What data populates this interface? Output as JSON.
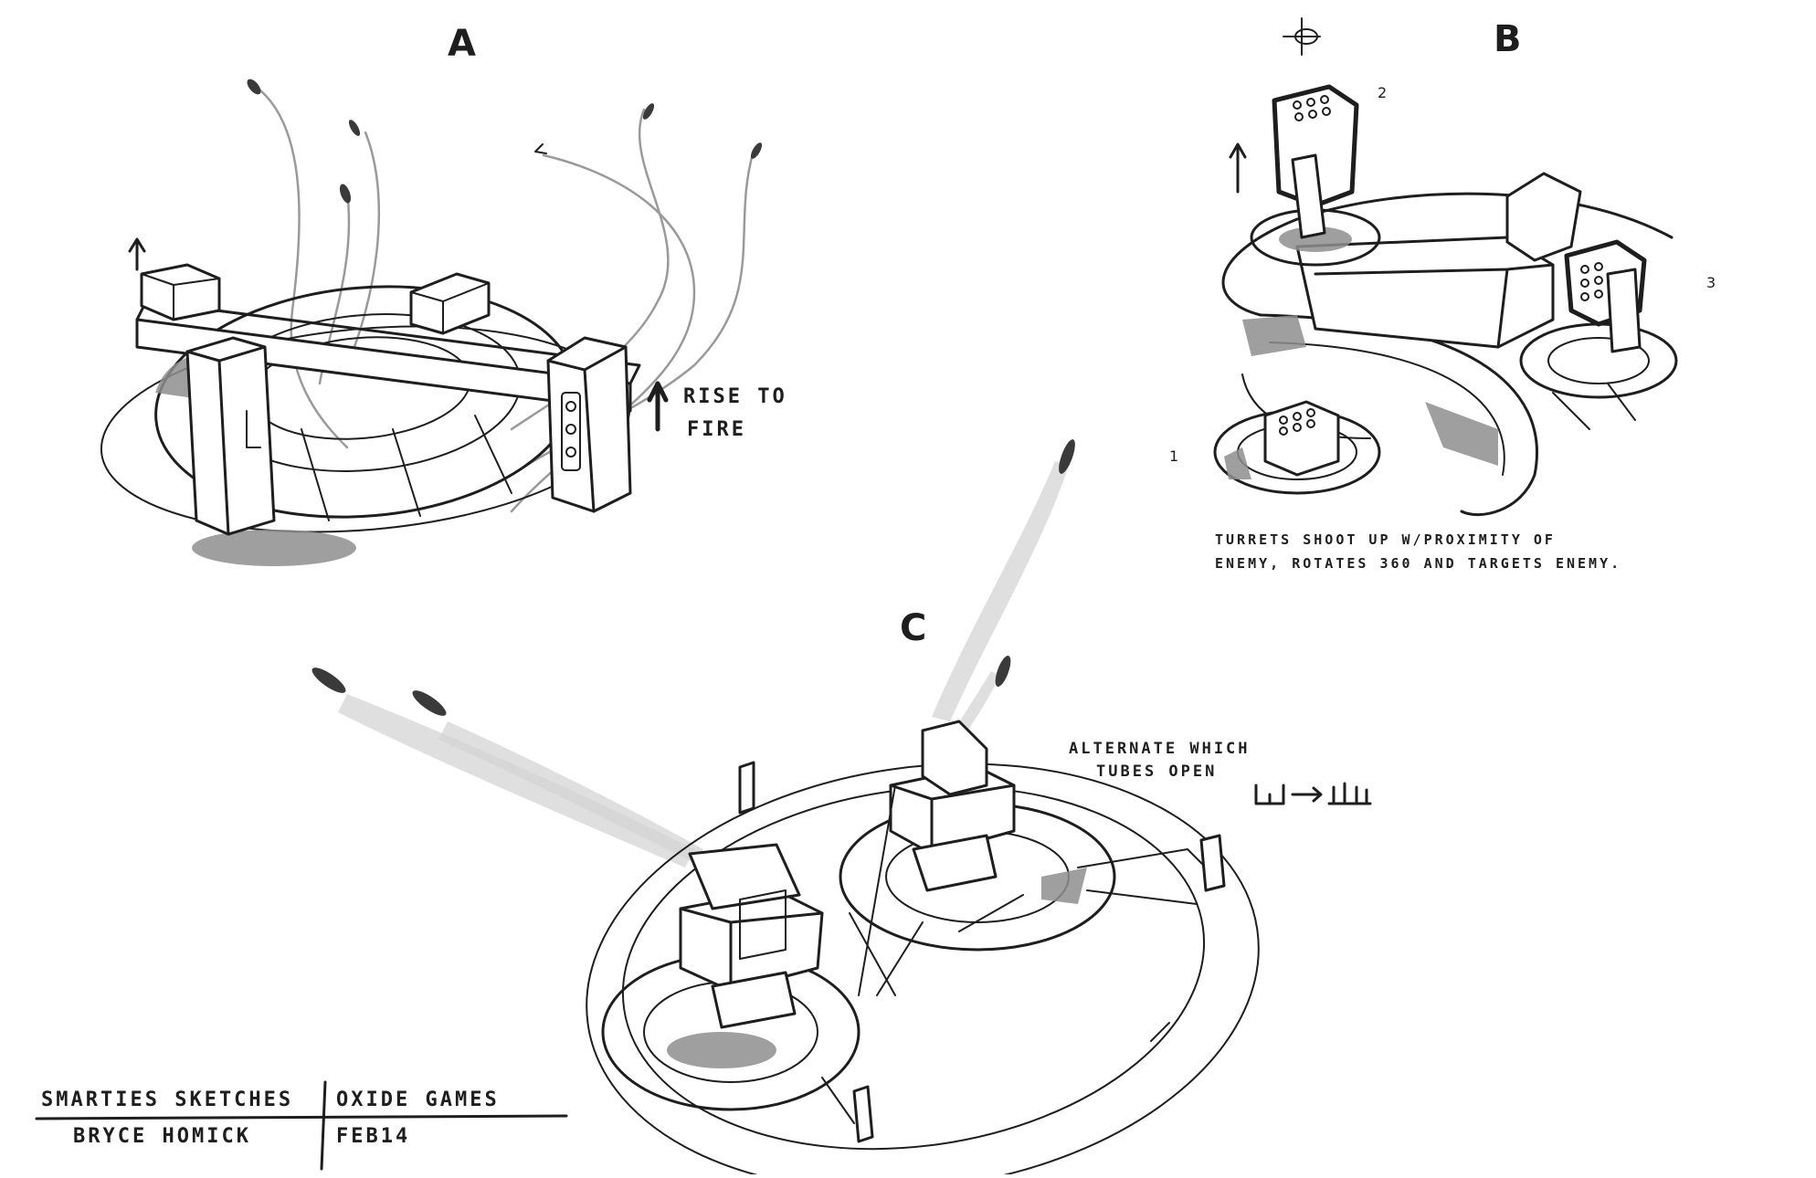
{
  "sketches": {
    "a": {
      "letter": "A",
      "note_line1": "RISE TO",
      "note_line2": "FIRE"
    },
    "b": {
      "letter": "B",
      "turret_numbers": [
        "1",
        "2",
        "3"
      ],
      "note_line1": "TURRETS  SHOOT UP W/PROXIMITY OF",
      "note_line2": "ENEMY, ROTATES 360 AND TARGETS ENEMY."
    },
    "c": {
      "letter": "C",
      "note_line1": "ALTERNATE WHICH",
      "note_line2": "TUBES OPEN"
    }
  },
  "signature": {
    "project": "SMARTIES SKETCHES",
    "studio": "OXIDE GAMES",
    "artist": "BRYCE HOMICK",
    "date": "FEB14"
  },
  "style": {
    "ink": "#1e1e1e",
    "shade": "#8e8e8e",
    "paper": "#ffffff"
  }
}
